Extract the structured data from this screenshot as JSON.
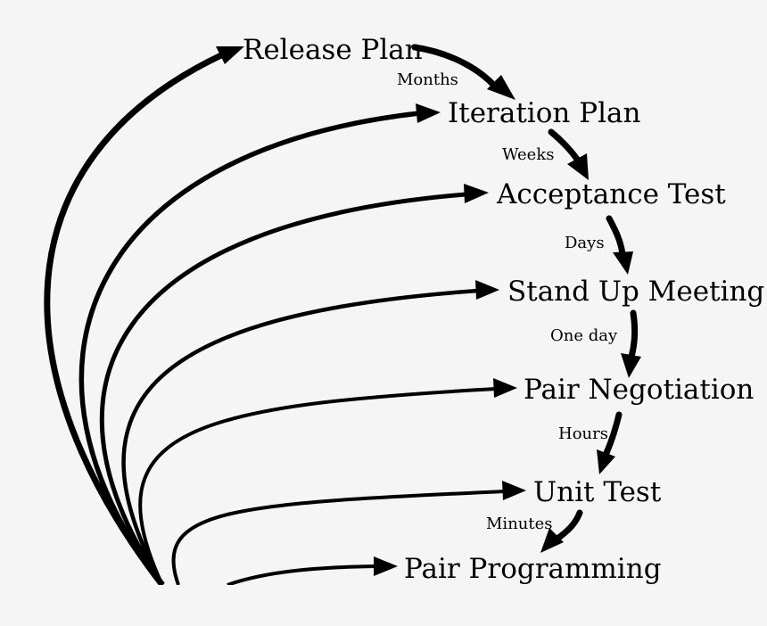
{
  "diagram": {
    "nodes": [
      "Release Plan",
      "Iteration Plan",
      "Acceptance Test",
      "Stand Up Meeting",
      "Pair Negotiation",
      "Unit Test",
      "Pair Programming"
    ],
    "periods": [
      "Months",
      "Weeks",
      "Days",
      "One day",
      "Hours",
      "Minutes"
    ],
    "colors": {
      "background": "#f5f5f5",
      "ink": "#000000"
    }
  }
}
